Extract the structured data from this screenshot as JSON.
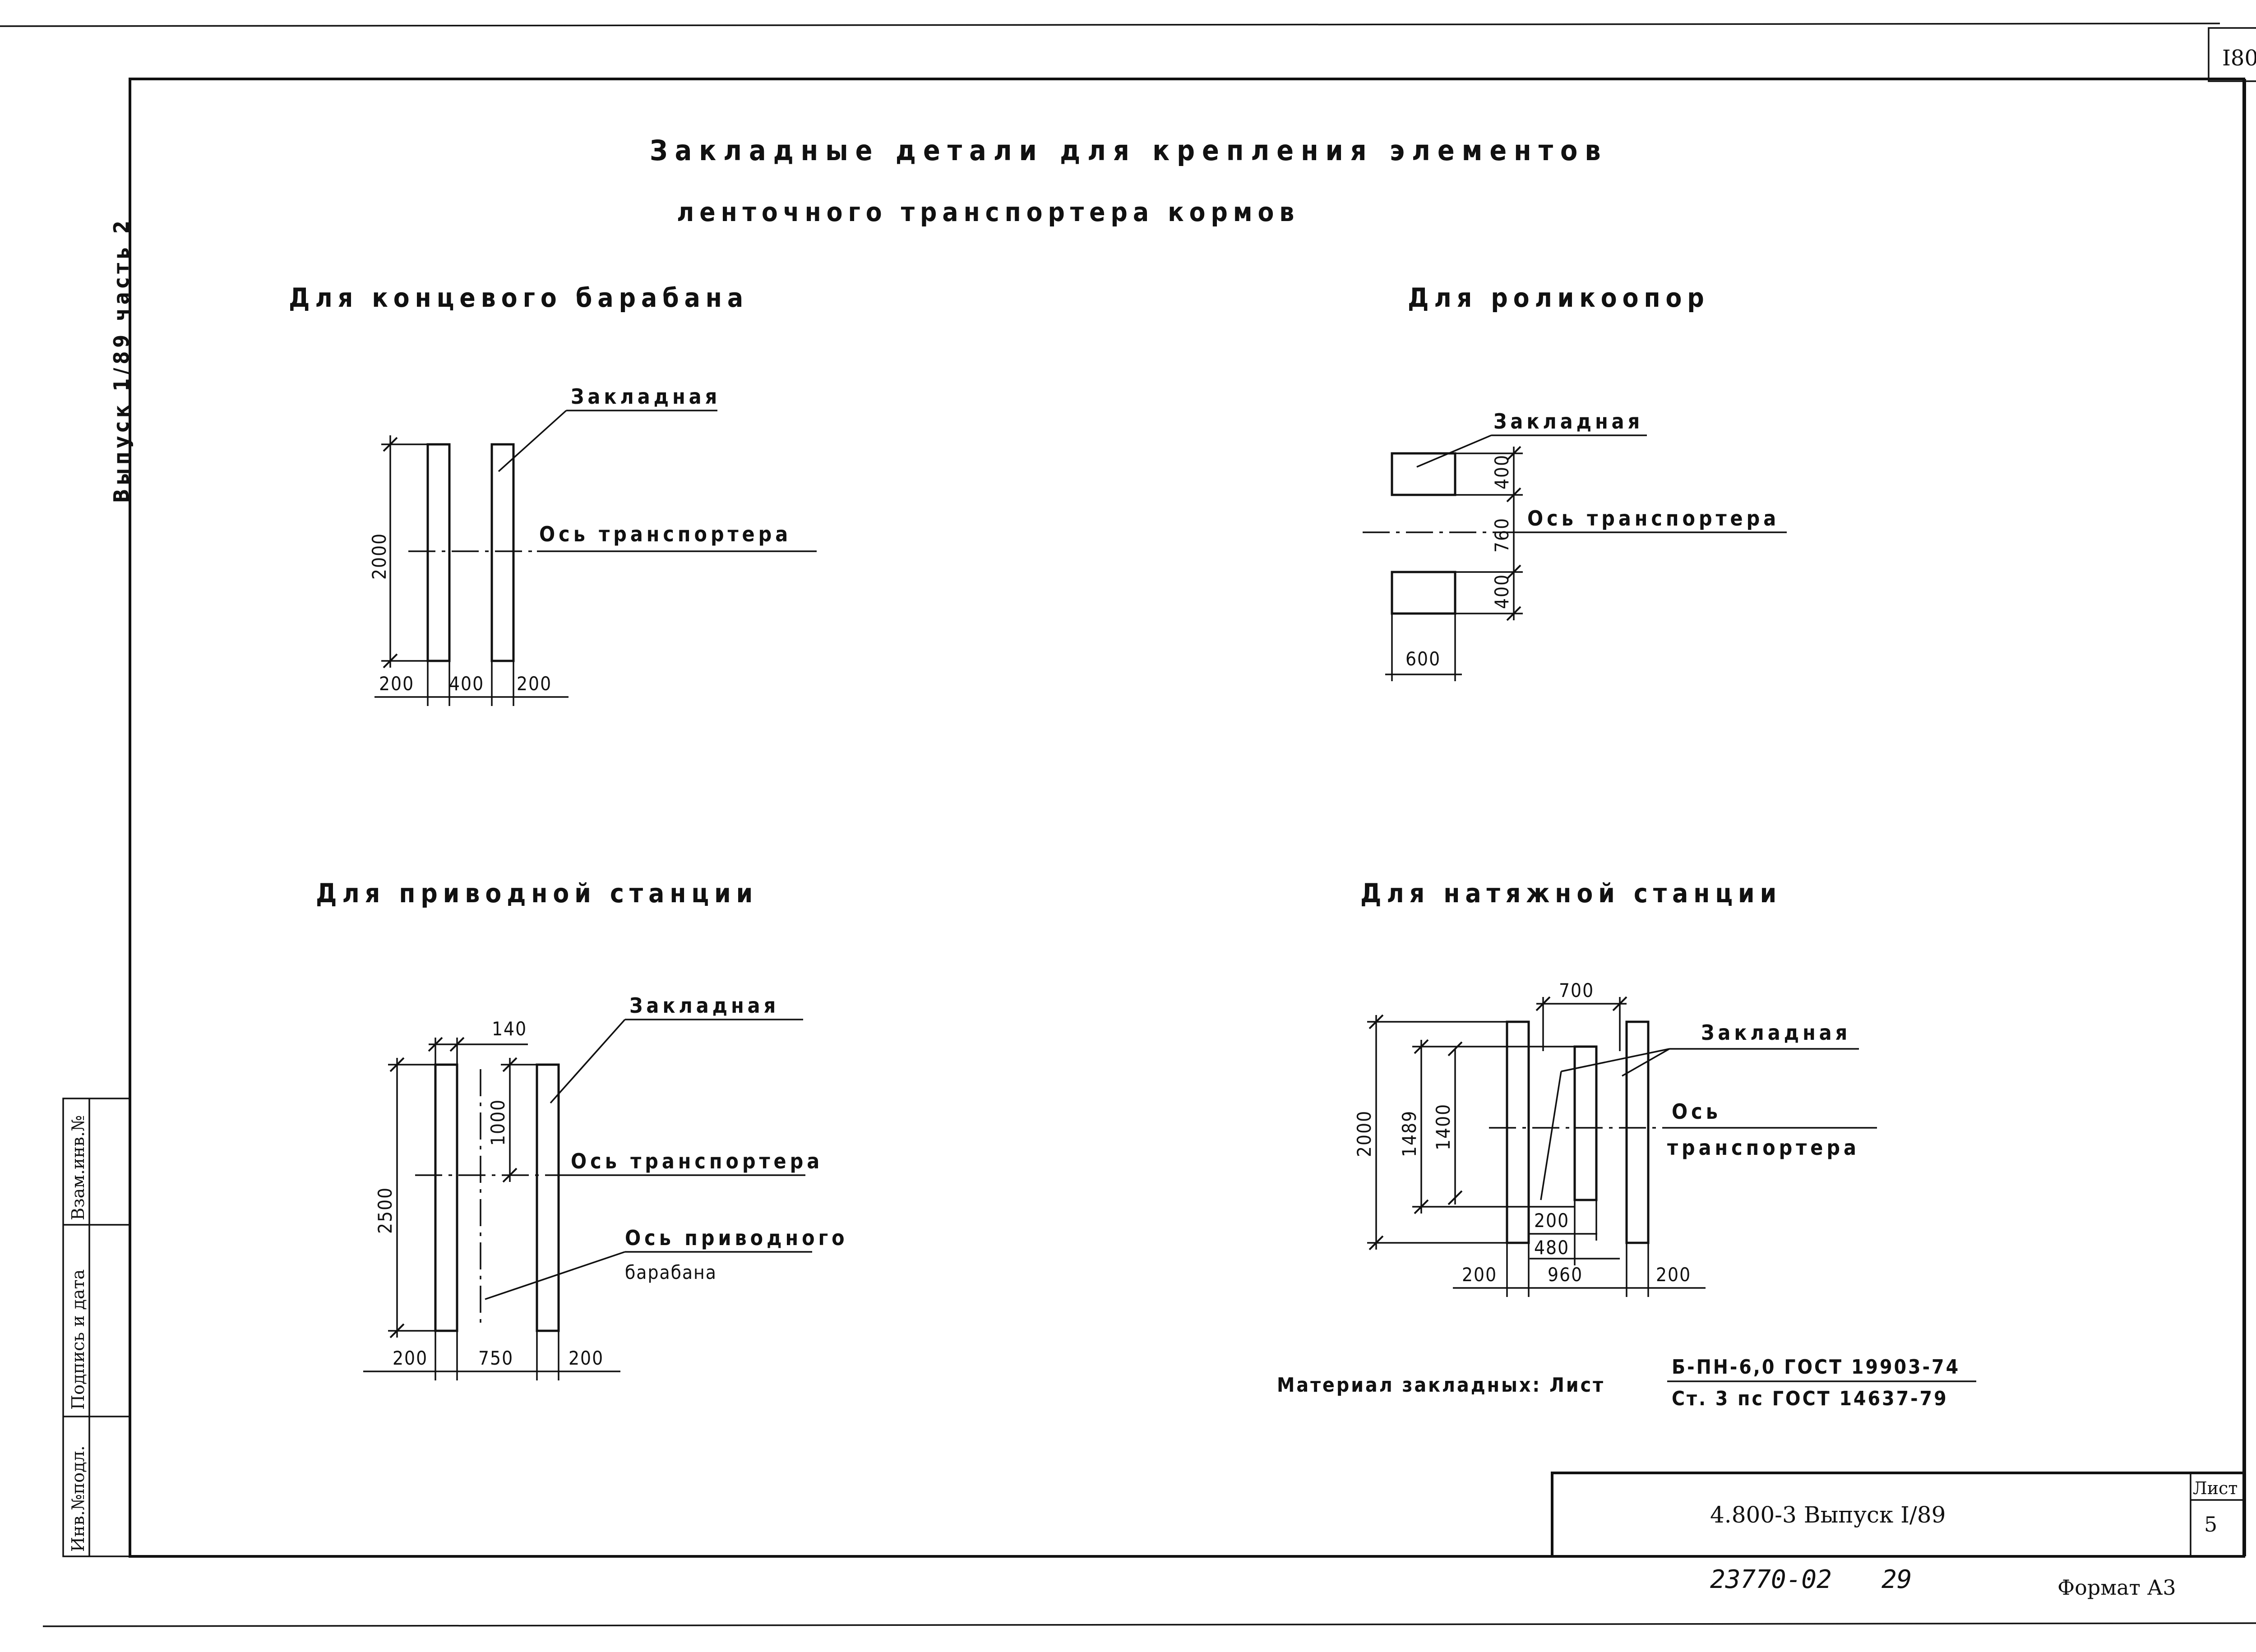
{
  "sheet": {
    "page_no": "I80",
    "title_line1": "Закладные детали для крепления элементов",
    "title_line2": "ленточного транспортера кормов",
    "side_note": "Выпуск 1/89 часть 2",
    "stamp_labels": [
      "Инв.№подл.",
      "Подпись и дата",
      "Взам.инв.№"
    ]
  },
  "drawings": {
    "end_drum": {
      "title": "Для концевого барабана",
      "embed_label": "Закладная",
      "axis_label": "Ось транспортера",
      "dim_height": "2000",
      "dim_left": "200",
      "dim_mid": "400",
      "dim_right": "200"
    },
    "rollers": {
      "title": "Для роликоопор",
      "embed_label": "Закладная",
      "axis_label": "Ось транспортера",
      "dim_top": "400",
      "dim_mid": "760",
      "dim_bottom": "400",
      "dim_width": "600"
    },
    "drive_station": {
      "title": "Для приводной станции",
      "embed_label": "Закладная",
      "axis_label": "Ось транспортера",
      "drum_axis_label1": "Ось приводного",
      "drum_axis_label2": "барабана",
      "dim_140": "140",
      "dim_1000": "1000",
      "dim_2500": "2500",
      "dim_left": "200",
      "dim_mid": "750",
      "dim_right": "200"
    },
    "tension_station": {
      "title": "Для натяжной станции",
      "embed_label": "Закладная",
      "axis_label1": "Ось",
      "axis_label2": "транспортера",
      "dim_700": "700",
      "dim_2000": "2000",
      "dim_1489": "1489",
      "dim_1400": "1400",
      "dim_200": "200",
      "dim_480": "480",
      "dim_left": "200",
      "dim_mid": "960",
      "dim_right": "200"
    }
  },
  "material": {
    "label": "Материал закладных: Лист",
    "numerator": "Б-ПН-6,0 ГОСТ 19903-74",
    "denominator": "Ст. 3 пс ГОСТ 14637-79"
  },
  "title_block": {
    "designation": "4.800-3 Выпуск I/89",
    "sheet_label": "Лист",
    "sheet_no": "5",
    "archive_no": "23770-02",
    "archive_sheet": "29",
    "format": "Формат А3"
  }
}
